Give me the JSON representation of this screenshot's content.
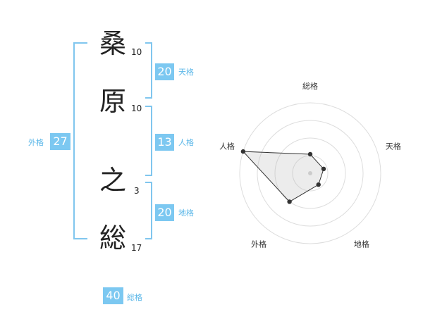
{
  "name": {
    "chars": [
      {
        "char": "桑",
        "strokes": "10"
      },
      {
        "char": "原",
        "strokes": "10"
      },
      {
        "char": "之",
        "strokes": "3"
      },
      {
        "char": "総",
        "strokes": "17"
      }
    ]
  },
  "grades": {
    "tenkaku": {
      "value": "20",
      "label": "天格"
    },
    "jinkaku": {
      "value": "13",
      "label": "人格"
    },
    "chikaku": {
      "value": "20",
      "label": "地格"
    },
    "gaikaku": {
      "value": "27",
      "label": "外格"
    },
    "soukaku": {
      "value": "40",
      "label": "総格"
    }
  },
  "colors": {
    "accent": "#7cc8f1",
    "bracket": "#80c6ee",
    "text": "#222222"
  },
  "chart_data": {
    "type": "radar",
    "axes": [
      "総格",
      "天格",
      "地格",
      "外格",
      "人格"
    ],
    "rings": 4,
    "values": [
      0.27,
      0.2,
      0.2,
      0.5,
      1.0
    ]
  }
}
